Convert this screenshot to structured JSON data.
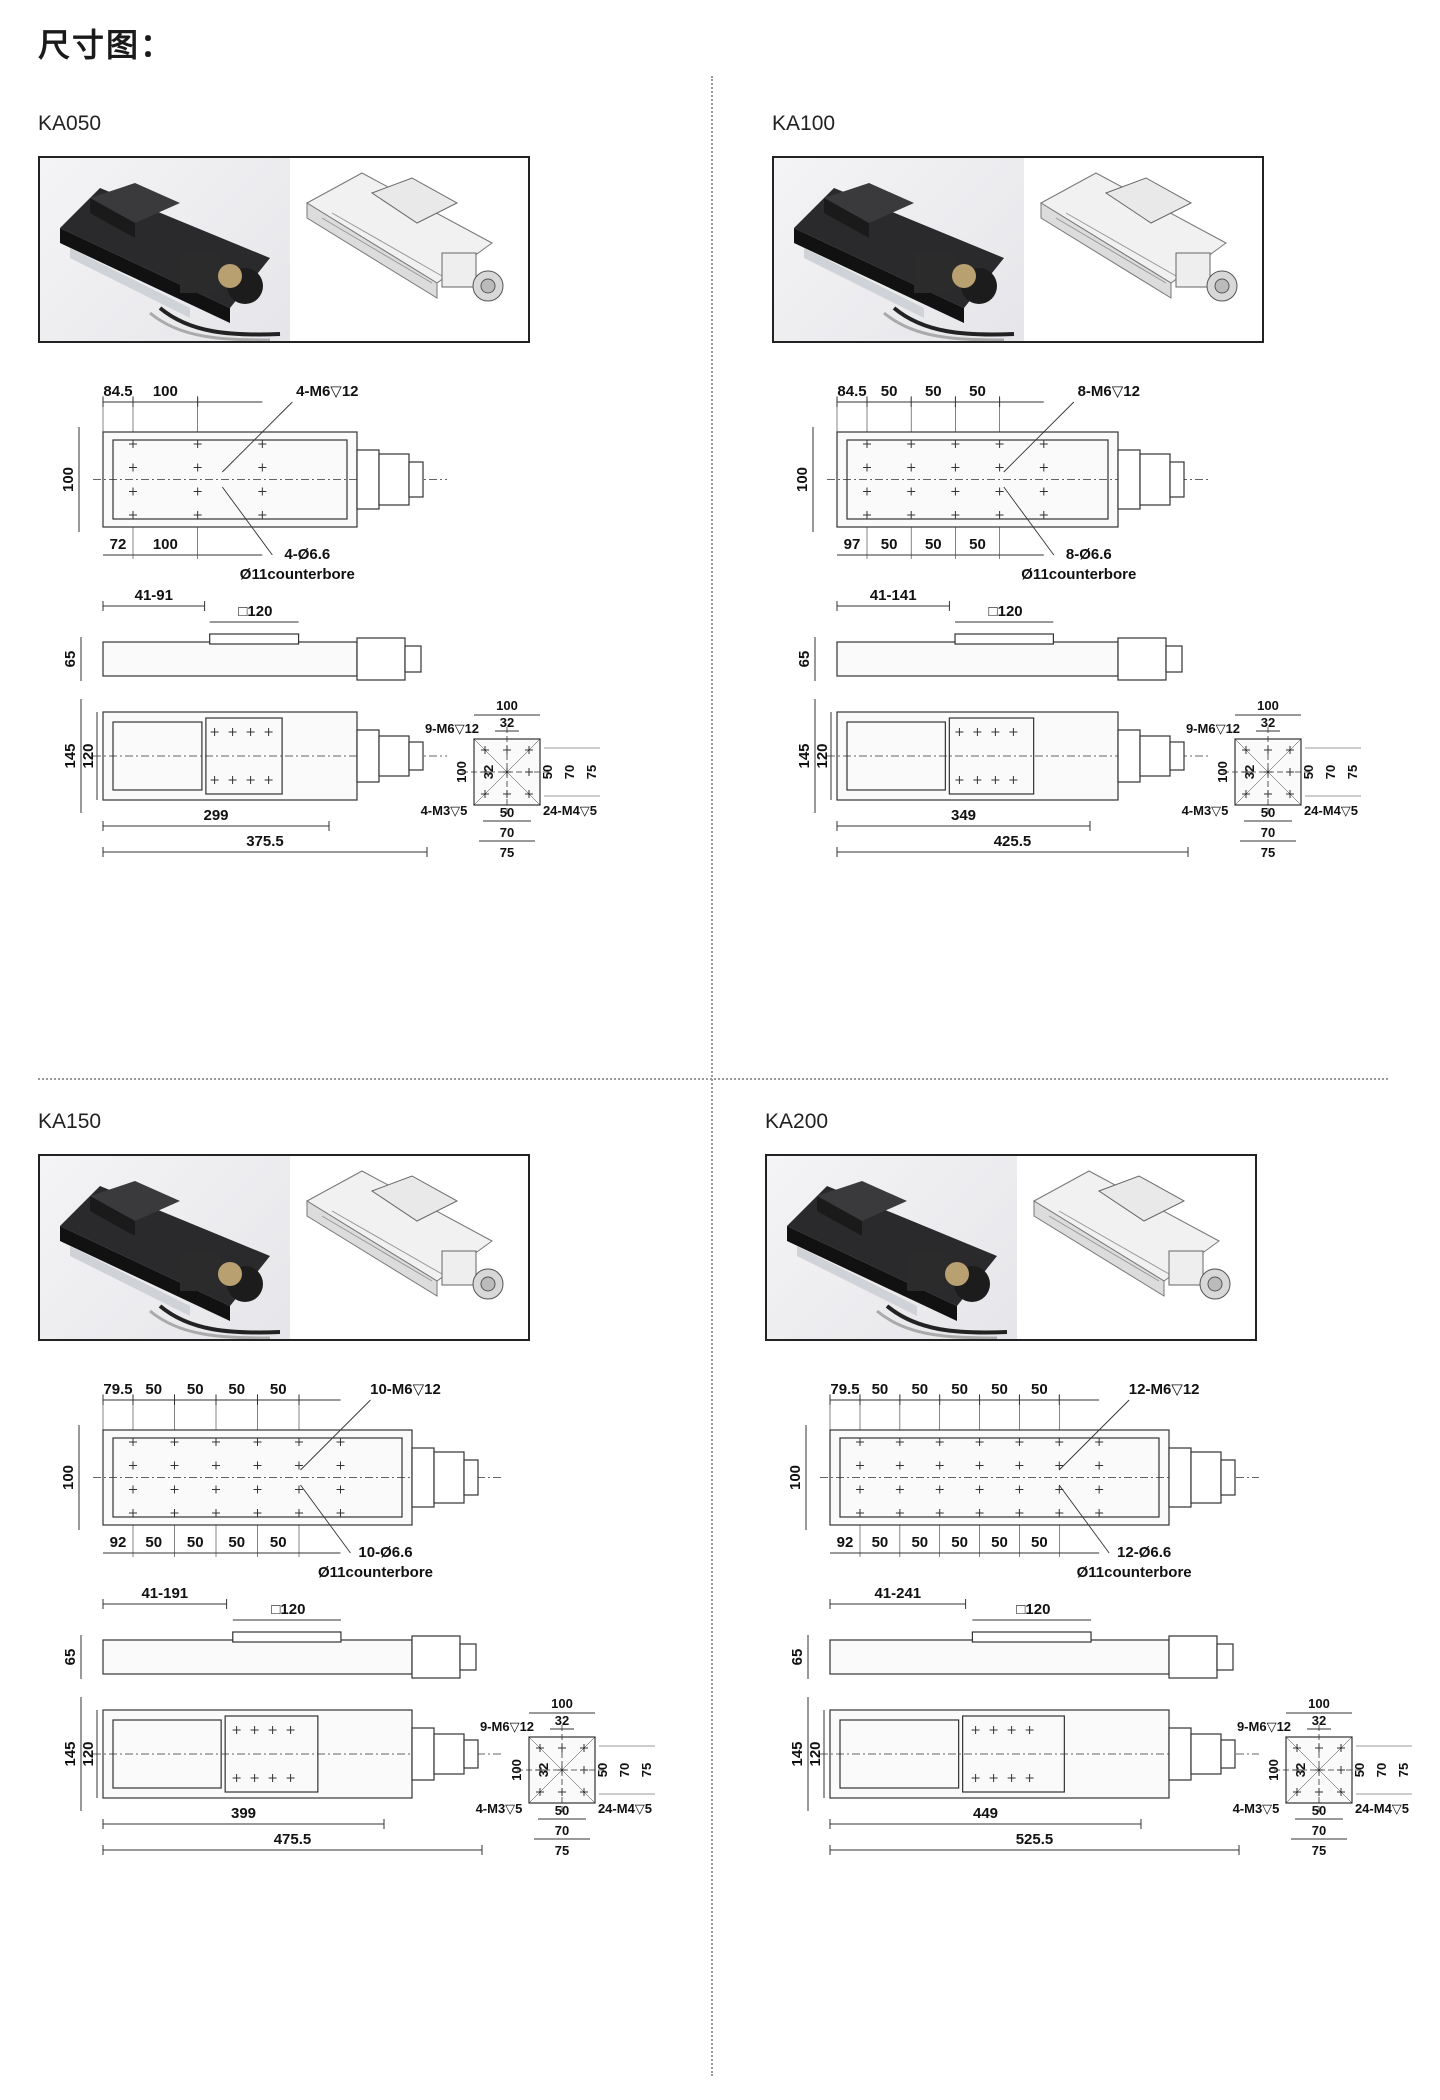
{
  "page": {
    "title": "尺寸图："
  },
  "panels": [
    {
      "model": "KA050",
      "top_dims": [
        "84.5",
        "100"
      ],
      "top_hole_label": "4-M6▽12",
      "top_height": "100",
      "bottom_dims": [
        "72",
        "100"
      ],
      "bottom_hole_label": "4-Ø6.6",
      "counterbore": "Ø11counterbore",
      "side_stroke": "41-91",
      "side_square": "□120",
      "side_height": "65",
      "front_h1": "145",
      "front_h2": "120",
      "length1": "299",
      "length2": "375.5",
      "stage": {
        "w": "100",
        "w2": "32",
        "h": "100",
        "h2": "32",
        "c1": "50",
        "c2": "70",
        "c3": "75",
        "r1": "50",
        "r2": "70",
        "r3": "75",
        "m6": "9-M6▽12",
        "m3": "4-M3▽5",
        "m4": "24-M4▽5"
      }
    },
    {
      "model": "KA100",
      "top_dims": [
        "84.5",
        "50",
        "50",
        "50"
      ],
      "top_hole_label": "8-M6▽12",
      "top_height": "100",
      "bottom_dims": [
        "97",
        "50",
        "50",
        "50"
      ],
      "bottom_hole_label": "8-Ø6.6",
      "counterbore": "Ø11counterbore",
      "side_stroke": "41-141",
      "side_square": "□120",
      "side_height": "65",
      "front_h1": "145",
      "front_h2": "120",
      "length1": "349",
      "length2": "425.5",
      "stage": {
        "w": "100",
        "w2": "32",
        "h": "100",
        "h2": "32",
        "c1": "50",
        "c2": "70",
        "c3": "75",
        "r1": "50",
        "r2": "70",
        "r3": "75",
        "m6": "9-M6▽12",
        "m3": "4-M3▽5",
        "m4": "24-M4▽5"
      }
    },
    {
      "model": "KA150",
      "top_dims": [
        "79.5",
        "50",
        "50",
        "50",
        "50"
      ],
      "top_hole_label": "10-M6▽12",
      "top_height": "100",
      "bottom_dims": [
        "92",
        "50",
        "50",
        "50",
        "50"
      ],
      "bottom_hole_label": "10-Ø6.6",
      "counterbore": "Ø11counterbore",
      "side_stroke": "41-191",
      "side_square": "□120",
      "side_height": "65",
      "front_h1": "145",
      "front_h2": "120",
      "length1": "399",
      "length2": "475.5",
      "stage": {
        "w": "100",
        "w2": "32",
        "h": "100",
        "h2": "32",
        "c1": "50",
        "c2": "70",
        "c3": "75",
        "r1": "50",
        "r2": "70",
        "r3": "75",
        "m6": "9-M6▽12",
        "m3": "4-M3▽5",
        "m4": "24-M4▽5"
      }
    },
    {
      "model": "KA200",
      "top_dims": [
        "79.5",
        "50",
        "50",
        "50",
        "50",
        "50"
      ],
      "top_hole_label": "12-M6▽12",
      "top_height": "100",
      "bottom_dims": [
        "92",
        "50",
        "50",
        "50",
        "50",
        "50"
      ],
      "bottom_hole_label": "12-Ø6.6",
      "counterbore": "Ø11counterbore",
      "side_stroke": "41-241",
      "side_square": "□120",
      "side_height": "65",
      "front_h1": "145",
      "front_h2": "120",
      "length1": "449",
      "length2": "525.5",
      "stage": {
        "w": "100",
        "w2": "32",
        "h": "100",
        "h2": "32",
        "c1": "50",
        "c2": "70",
        "c3": "75",
        "r1": "50",
        "r2": "70",
        "r3": "75",
        "m6": "9-M6▽12",
        "m3": "4-M3▽5",
        "m4": "24-M4▽5"
      }
    }
  ]
}
